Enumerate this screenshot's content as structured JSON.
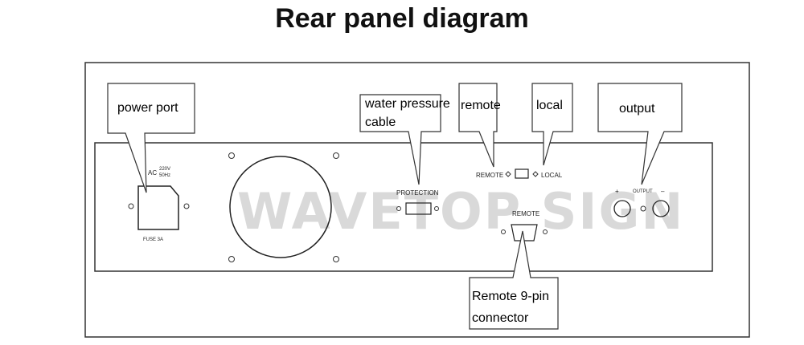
{
  "title": "Rear panel diagram",
  "watermark": "WAVETOP SIGN",
  "panel": {
    "ac_label": "AC",
    "ac_voltage": "220V",
    "ac_freq": "50Hz",
    "fuse_label": "FUSE  3A",
    "protection_label": "PROTECTION",
    "remote_label": "REMOTE",
    "local_label": "LOCAL",
    "remote_connector_label": "REMOTE",
    "output_label": "OUTPUT",
    "output_plus": "+",
    "output_minus": "–"
  },
  "callouts": {
    "power_port": "power port",
    "water_pressure_line1": "water pressure",
    "water_pressure_line2": "cable",
    "remote": "remote",
    "local": "local",
    "output": "output",
    "remote9_line1": "Remote 9-pin",
    "remote9_line2": "connector"
  }
}
